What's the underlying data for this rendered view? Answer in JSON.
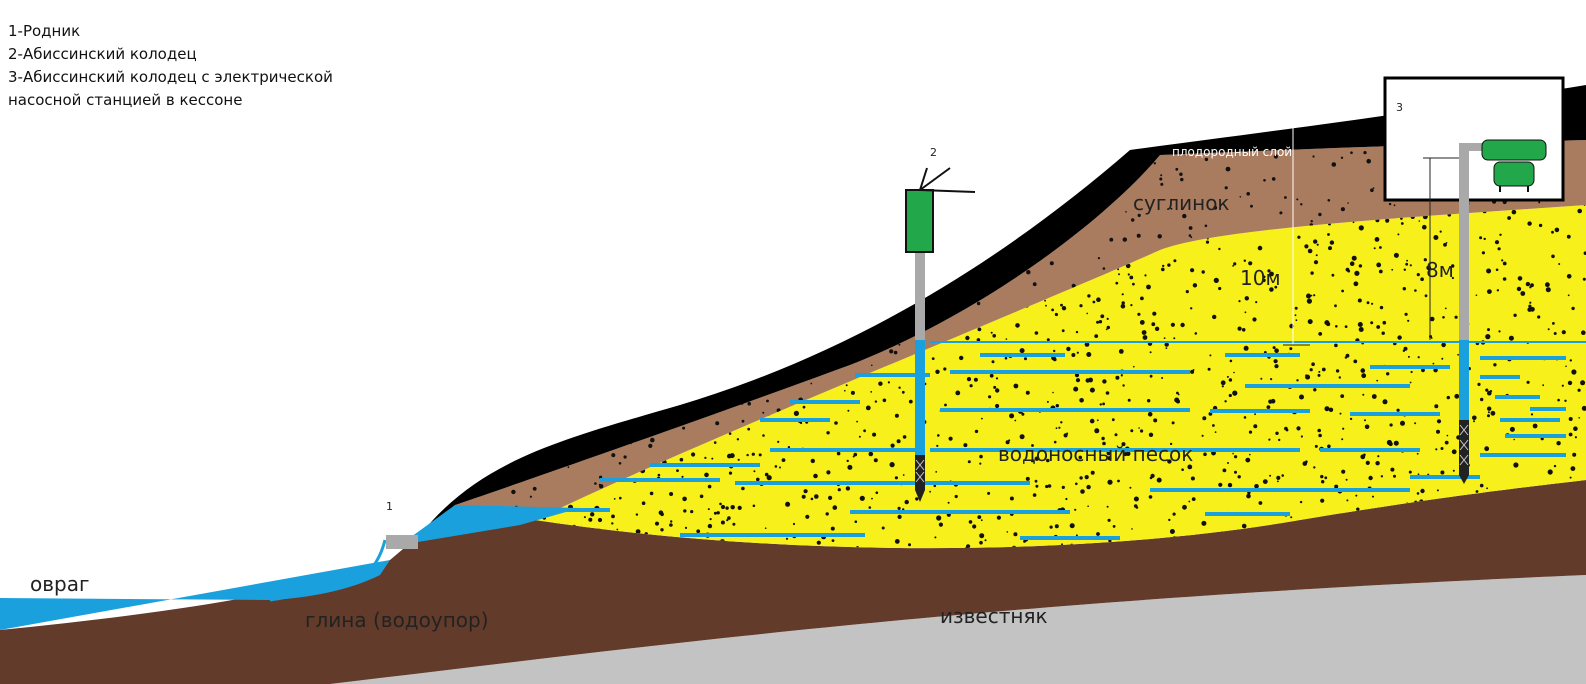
{
  "legend": [
    "1-Родник",
    "2-Абиссинский колодец",
    "3-Абиссинский колодец с электрической",
    "насосной станцией в  кессоне"
  ],
  "labels": {
    "ravine": "овраг",
    "clay": "глина (водоупор)",
    "limestone": "известняк",
    "sand": "водоносный песок",
    "loam": "суглинок",
    "topsoil": "плодородный слой",
    "depth_10": "10м",
    "depth_8": "8м",
    "marker_1": "1",
    "marker_2": "2",
    "marker_3": "3"
  },
  "colors": {
    "limestone": "#c3c3c3",
    "clay": "#623b2a",
    "loam": "#a97b5f",
    "sand": "#f7f01b",
    "topsoil": "#000000",
    "water": "#1ba0de",
    "pump": "#22a84b",
    "pipe": "#a9a9a9"
  }
}
